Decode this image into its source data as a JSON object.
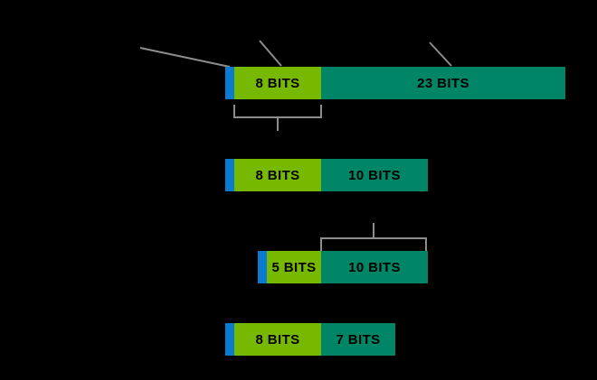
{
  "diagram": {
    "title": "floating-point bit field layout",
    "background_color": "#000000",
    "colors": {
      "sign": "#0B7BD0",
      "exponent": "#76B900",
      "mantissa": "#008566",
      "leader": "#8c8c8c",
      "label_text": "#000000"
    },
    "rows": [
      {
        "name": "row-1",
        "segments": [
          {
            "key": "sign",
            "label": ""
          },
          {
            "key": "exponent",
            "label": "8 BITS"
          },
          {
            "key": "mantissa",
            "label": "23 BITS"
          }
        ]
      },
      {
        "name": "row-2",
        "segments": [
          {
            "key": "sign",
            "label": ""
          },
          {
            "key": "exponent",
            "label": "8 BITS"
          },
          {
            "key": "mantissa",
            "label": "10 BITS"
          }
        ]
      },
      {
        "name": "row-3",
        "segments": [
          {
            "key": "sign",
            "label": ""
          },
          {
            "key": "exponent",
            "label": "5 BITS"
          },
          {
            "key": "mantissa",
            "label": "10 BITS"
          }
        ]
      },
      {
        "name": "row-4",
        "segments": [
          {
            "key": "sign",
            "label": ""
          },
          {
            "key": "exponent",
            "label": "8 BITS"
          },
          {
            "key": "mantissa",
            "label": "7 BITS"
          }
        ]
      }
    ],
    "annotations": {
      "leader_lines": 3,
      "brace_below_row1": true,
      "brace_above_row3": true
    }
  }
}
